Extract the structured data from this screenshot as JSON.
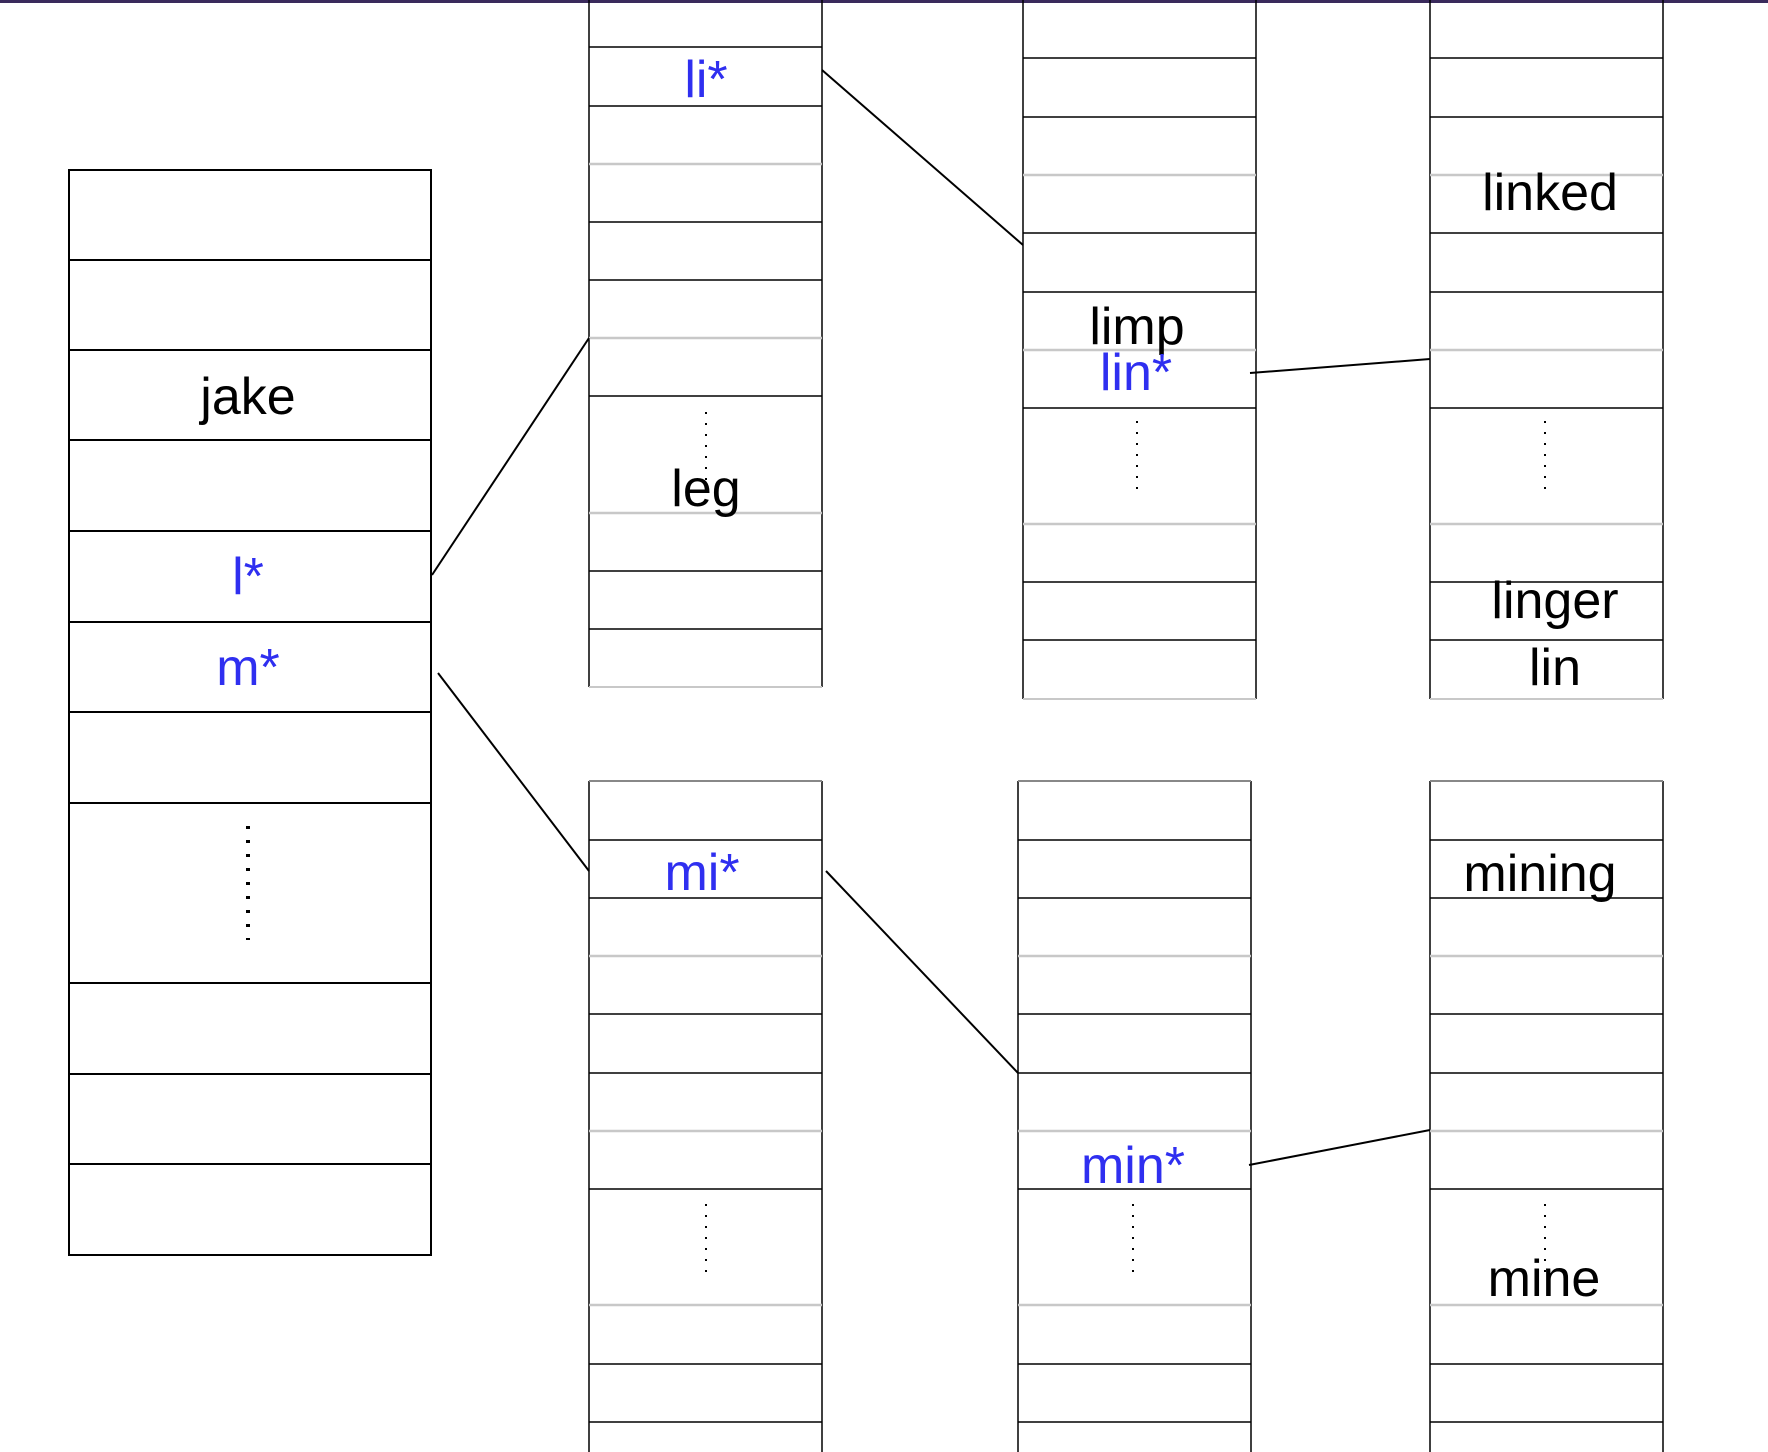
{
  "colors": {
    "accent_blue": "#2f2ff0",
    "text_black": "#000000",
    "line_black": "#000000",
    "gridline_gray": "#c8c8c8",
    "top_border": "#3a2a5c"
  },
  "root_table": {
    "cells": [
      "",
      "",
      "jake",
      "",
      "l*",
      "m*",
      "",
      "",
      "",
      "",
      ""
    ]
  },
  "tables": {
    "l_level1": {
      "entries": [
        "li*",
        "leg"
      ]
    },
    "l_level2": {
      "entries": [
        "limp",
        "lin*"
      ]
    },
    "l_level3": {
      "entries": [
        "linked",
        "linger",
        "lin"
      ]
    },
    "m_level1": {
      "entries": [
        "mi*"
      ]
    },
    "m_level2": {
      "entries": [
        "min*"
      ]
    },
    "m_level3": {
      "entries": [
        "mining",
        "mine"
      ]
    }
  }
}
